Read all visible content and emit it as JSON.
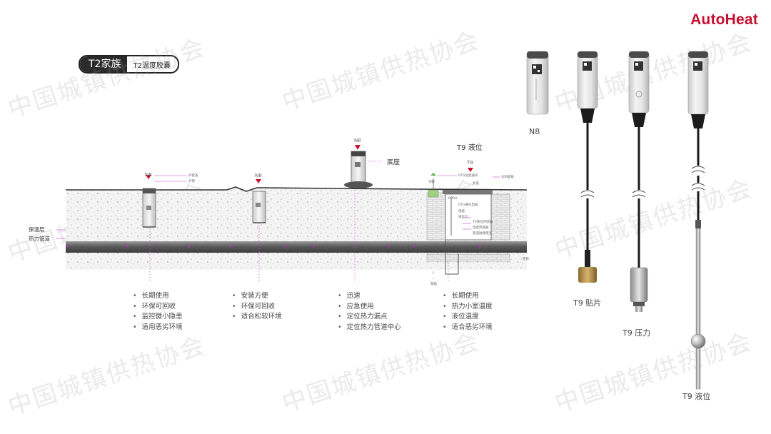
{
  "brand": "AutoHeat",
  "badge": {
    "family": "T2家族",
    "product": "T2温度胶囊"
  },
  "watermark": "中国城镇供热协会",
  "diagram": {
    "labels": {
      "n8_a": "N8",
      "n8_b": "N8",
      "n8_c": "N8",
      "base": "底座",
      "t9_title": "T9 液位",
      "t9": "T9",
      "soil_layer": "保温层",
      "pipe": "热力管道",
      "n8a_callout1": "护套盖",
      "n8a_callout2": "护筒",
      "t9_callout1": "DTU远程通讯",
      "t9_callout2": "太阳能板",
      "t9_callout3": "井盖",
      "t9_callout4": "EPDU",
      "t9_callout5": "DTU通讯电缆",
      "t9_callout6": "电缆",
      "t9_callout7": "液位计",
      "t9_callout8": "T9液位传感器",
      "t9_callout9": "温度传感器",
      "t9_callout10": "管道防腐保温",
      "wall_label": "检修",
      "ground_label": "顶部",
      "depth_label": "基础"
    },
    "features": [
      [
        "长期使用",
        "环保可回收",
        "监控微小隐患",
        "适用恶劣环境"
      ],
      [
        "安装方便",
        "环保可回收",
        "适合松软环境"
      ],
      [
        "迅速",
        "应急使用",
        "定位热力漏点",
        "定位热力管道中心"
      ],
      [
        "长期使用",
        "热力小室温度",
        "液位温度",
        "适合恶劣环境"
      ]
    ]
  },
  "products": {
    "n8": "N8",
    "t9_patch": "T9 贴片",
    "t9_pressure": "T9 压力",
    "t9_level": "T9 液位"
  }
}
